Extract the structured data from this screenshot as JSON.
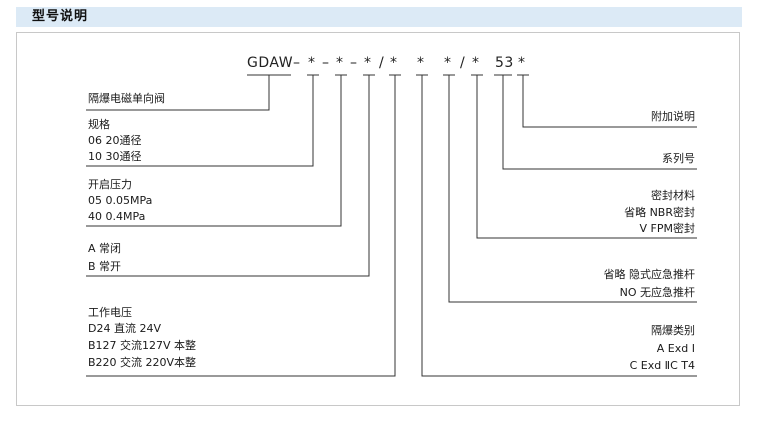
{
  "section_title": "型号说明",
  "code": {
    "prefix": "GDAW",
    "tokens": [
      "–",
      "*",
      "–",
      "*",
      "–",
      "*",
      "/",
      "*",
      "*",
      "*",
      "/",
      "*",
      "53",
      "*"
    ]
  },
  "left_groups": [
    {
      "lines": [
        "隔爆电磁单向阀"
      ]
    },
    {
      "lines": [
        "规格",
        "06  20通径",
        "10  30通径"
      ]
    },
    {
      "lines": [
        "开启压力",
        "05  0.05MPa",
        "40  0.4MPa"
      ]
    },
    {
      "lines": [
        "A  常闭",
        "B  常开"
      ]
    },
    {
      "lines": [
        "工作电压",
        "D24     直流 24V",
        "B127   交流127V 本整",
        "B220   交流 220V本整"
      ]
    }
  ],
  "right_groups": [
    {
      "lines": [
        "附加说明"
      ]
    },
    {
      "lines": [
        "系列号"
      ]
    },
    {
      "lines": [
        "密封材料",
        "省略  NBR密封",
        "V      FPM密封"
      ]
    },
    {
      "lines": [
        "省略  隐式应急推杆",
        "NO   无应急推杆"
      ]
    },
    {
      "lines": [
        "隔爆类别",
        "A              Exd Ⅰ",
        "C  Exd ⅡC T4"
      ]
    }
  ],
  "colors": {
    "header_bg": "#dceaf6",
    "line": "#333333",
    "frame": "#c8c8c8"
  }
}
